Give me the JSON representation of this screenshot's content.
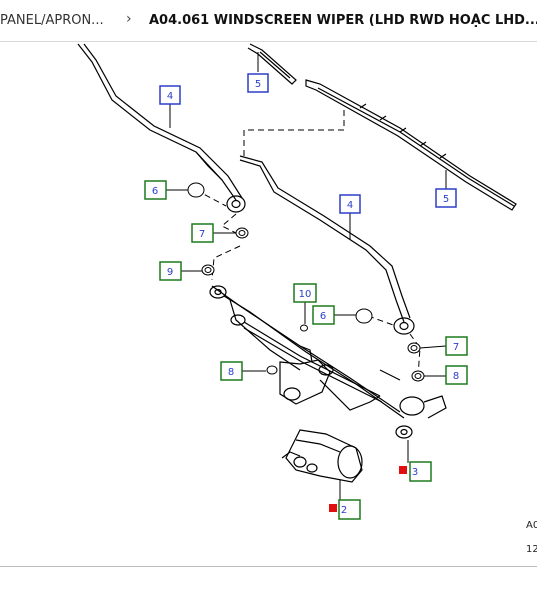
{
  "breadcrumb": {
    "previous": "PANEL/APRON...",
    "separator": "›",
    "current": "A04.061 WINDSCREEN WIPER (LHD RWD HOẶC LHD..."
  },
  "side": {
    "code": "A0",
    "page": "12"
  },
  "callouts": {
    "c4_left": "4",
    "c5_top": "5",
    "c5_right": "5",
    "c4_right": "4",
    "c6_left": "6",
    "c7_left": "7",
    "c9": "9",
    "c10": "10",
    "c6_mid": "6",
    "c8_left": "8",
    "c7_right": "7",
    "c8_right": "8",
    "c3": "3",
    "c2": "2"
  },
  "colors": {
    "blue_callout": "#2b3fc9",
    "green_callout": "#1d7a1d",
    "red_marker": "#e01010",
    "line": "#000000"
  }
}
